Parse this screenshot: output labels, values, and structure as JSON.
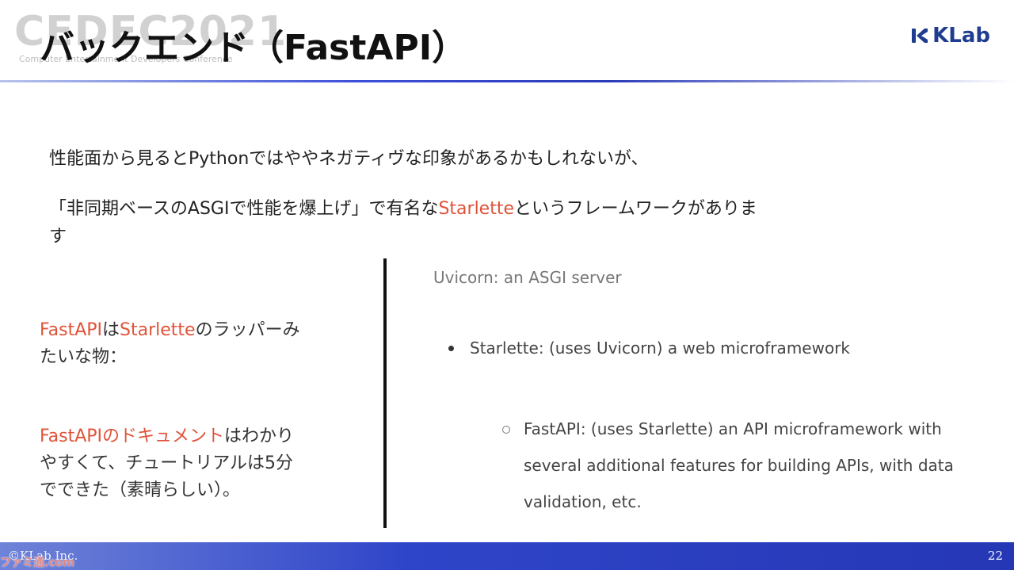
{
  "watermark": {
    "main": "CEDEC2021",
    "sub": "Computer Entertainment Developers Conference"
  },
  "header": {
    "title": "バックエンド（FastAPI）",
    "logo_text": "KLab",
    "brand_color": "#1f3d8f"
  },
  "lead": {
    "line1": "性能面から見るとPythonではややネガティヴな印象があるかもしれないが、",
    "line2_pre": "「非同期ベースのASGIで性能を爆上げ」で有名な",
    "line2_accent": "Starlette",
    "line2_post": "というフレームワークがありま",
    "line3": "す"
  },
  "left": {
    "p1_a": "FastAPI",
    "p1_b": "は",
    "p1_c": "Starlette",
    "p1_d": "のラッパーみ",
    "p1_e": "たいな物：",
    "p2_a": "FastAPIのドキュメント",
    "p2_b": "はわかり",
    "p2_c": "やすくて、チュートリアルは5分",
    "p2_d": "でできた（素晴らしい）。"
  },
  "right": {
    "top": "Uvicorn: an ASGI server",
    "bullet": "Starlette: (uses Uvicorn) a web microframework",
    "sub_line1": "FastAPI: (uses Starlette) an API microframework with",
    "sub_line2": "several additional features for building APIs, with data",
    "sub_line3": "validation, etc."
  },
  "footer": {
    "copyright": "©KLab Inc.",
    "page": "22"
  },
  "corner": {
    "label": "ファミ通.com"
  },
  "colors": {
    "accent": "#e0533a",
    "footer": "#2537b5"
  }
}
